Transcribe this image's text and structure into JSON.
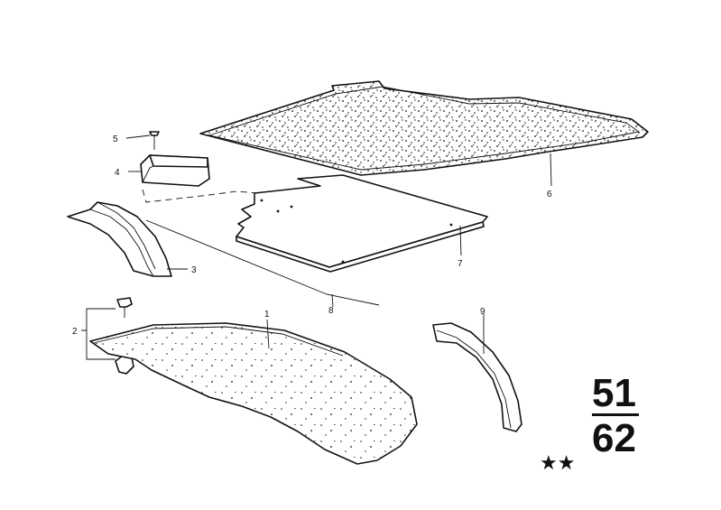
{
  "callouts": {
    "p1": "1",
    "p2": "2",
    "p3": "3",
    "p4": "4",
    "p5": "5",
    "p6": "6",
    "p7": "7",
    "p8": "8",
    "p9": "9"
  },
  "section": {
    "numerator": "51",
    "denominator": "62",
    "stars": "★★"
  }
}
